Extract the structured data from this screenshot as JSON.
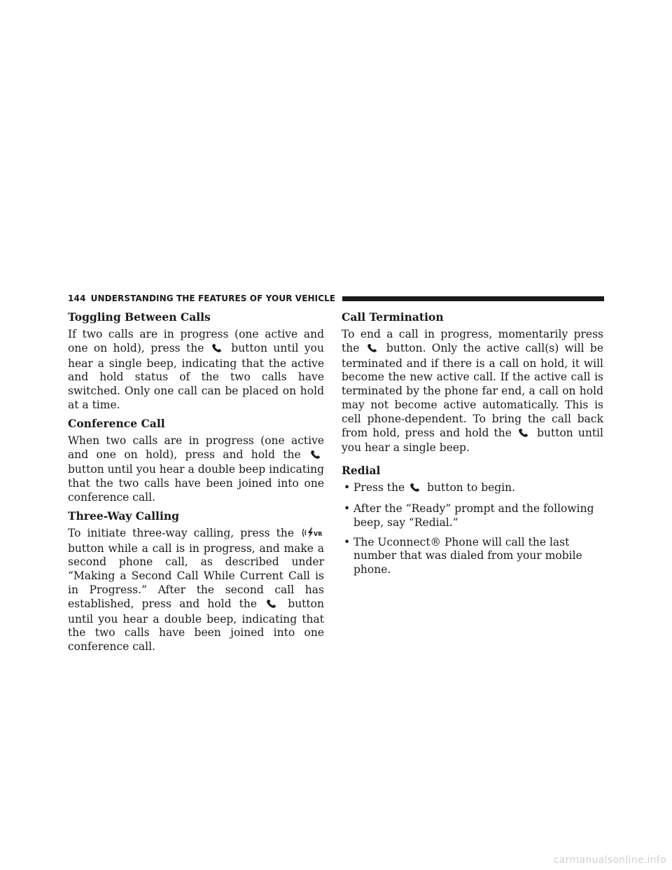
{
  "header": {
    "page_number": "144",
    "section_title": "UNDERSTANDING THE FEATURES OF YOUR VEHICLE"
  },
  "left": {
    "toggling": {
      "heading": "Toggling Between Calls",
      "text_a": "If two calls are in progress (one active and one on hold), press the",
      "text_b": "button until you hear a single beep, indicating that the active and hold status of the two calls have switched. Only one call can be placed on hold at a time."
    },
    "conference": {
      "heading": "Conference Call",
      "text_a": "When two calls are in progress (one active and one on hold), press and hold the",
      "text_b": "button until you hear a double beep indicating that the two calls have been joined into one conference call."
    },
    "three_way": {
      "heading": "Three-Way Calling",
      "text_a": "To initiate three-way calling, press the",
      "text_b": "button while a call is in progress, and make a second phone call, as described under “Making a Second Call While Current Call is in Progress.” After the second call has established, press and hold the",
      "text_c": "button until you hear a double beep, indicating that the two calls have been joined into one conference call."
    }
  },
  "right": {
    "termination": {
      "heading": "Call Termination",
      "text_a": "To end a call in progress, momentarily press the",
      "text_b": "button. Only the active call(s) will be terminated and if there is a call on hold, it will become the new active call. If the active call is terminated by the phone far end, a call on hold may not become active automatically. This is cell phone-dependent. To bring the call back from hold, press and hold the",
      "text_c": "button until you hear a single beep."
    },
    "redial": {
      "heading": "Redial",
      "bullet_symbol": "•",
      "item1_a": "Press the",
      "item1_b": "button to begin.",
      "item2": "After the “Ready” prompt and the following beep, say “Redial.”",
      "item3": "The Uconnect® Phone will call the last number that was dialed from your mobile phone."
    }
  },
  "icons": {
    "phone": "phone-handset-icon",
    "vr": "voice-command-icon",
    "vr_label": "VR"
  },
  "watermark": "carmanualsonline.info"
}
